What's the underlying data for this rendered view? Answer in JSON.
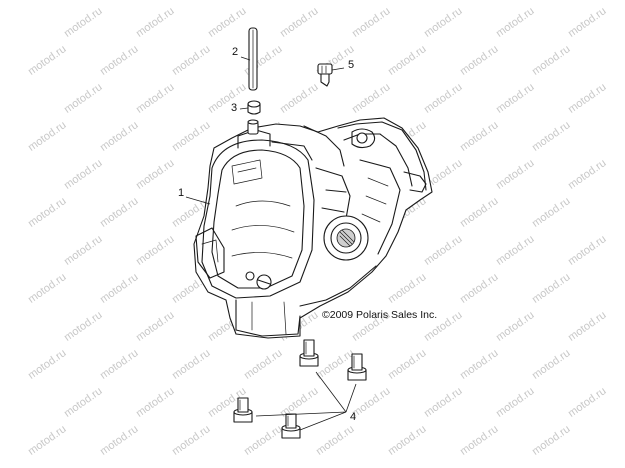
{
  "watermark": {
    "text": "motod.ru",
    "color": "#c8c8c8"
  },
  "callouts": {
    "c1": "1",
    "c2": "2",
    "c3": "3",
    "c4": "4",
    "c5": "5"
  },
  "copyright": "©2009 Polaris Sales Inc.",
  "colors": {
    "line": "#1a1a1a",
    "background": "#ffffff",
    "shade": "#cfcfcf"
  }
}
